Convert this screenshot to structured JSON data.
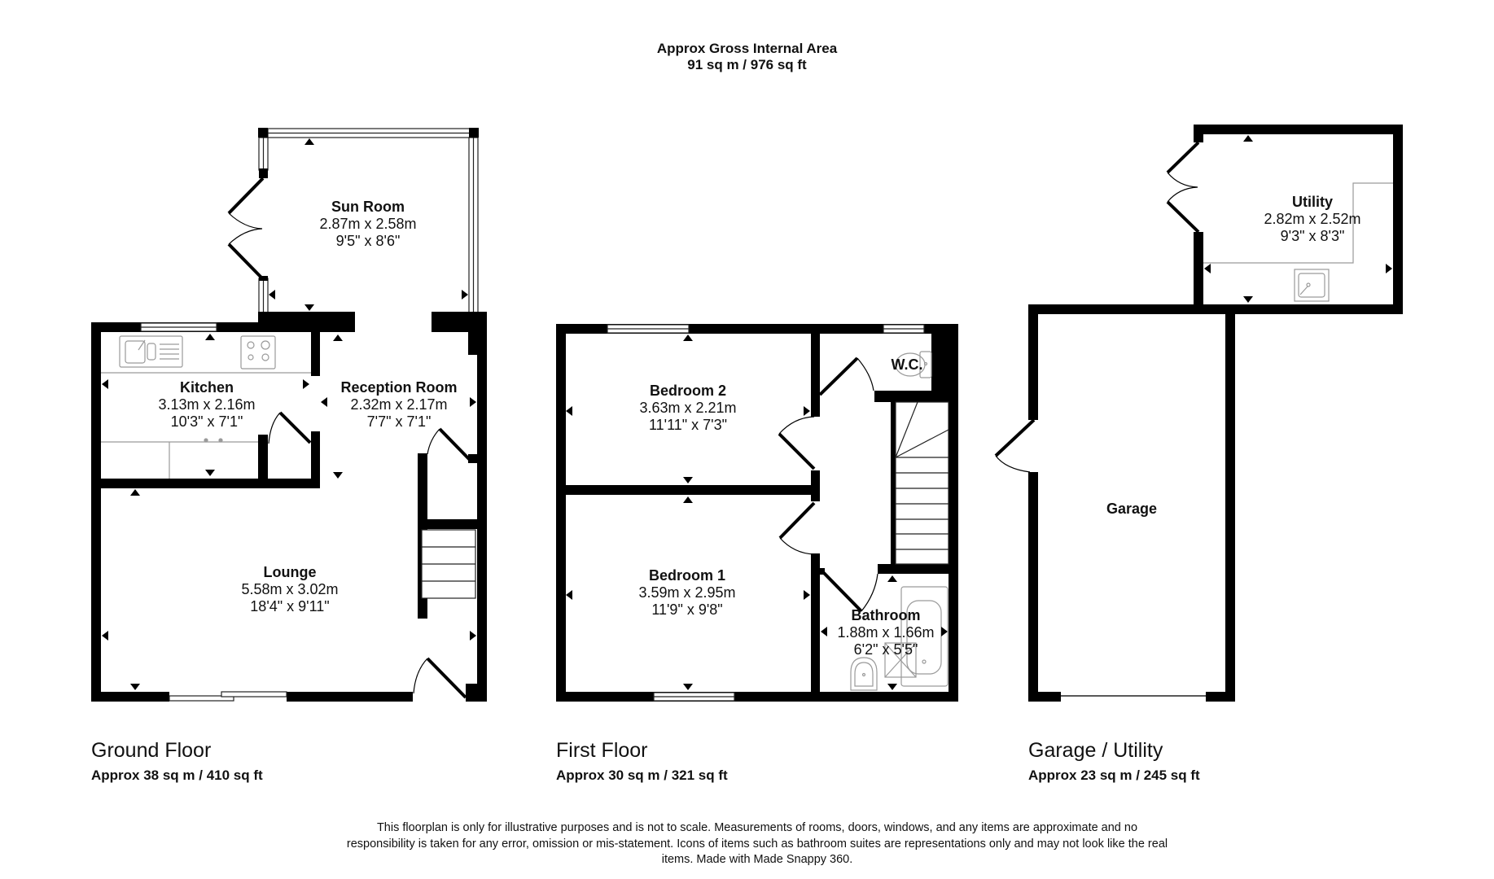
{
  "header": {
    "title": "Approx Gross Internal Area",
    "total_area": "91 sq m / 976 sq ft"
  },
  "floors": [
    {
      "name": "Ground Floor",
      "area": "Approx 38 sq m / 410 sq ft",
      "rooms": [
        {
          "name": "Sun Room",
          "metric": "2.87m x 2.58m",
          "imperial": "9'5\" x 8'6\""
        },
        {
          "name": "Kitchen",
          "metric": "3.13m x 2.16m",
          "imperial": "10'3\" x 7'1\""
        },
        {
          "name": "Reception Room",
          "metric": "2.32m x 2.17m",
          "imperial": "7'7\" x 7'1\""
        },
        {
          "name": "Lounge",
          "metric": "5.58m x 3.02m",
          "imperial": "18'4\" x 9'11\""
        }
      ]
    },
    {
      "name": "First Floor",
      "area": "Approx 30 sq m / 321 sq ft",
      "rooms": [
        {
          "name": "Bedroom 2",
          "metric": "3.63m x 2.21m",
          "imperial": "11'11\" x 7'3\""
        },
        {
          "name": "W.C."
        },
        {
          "name": "Bedroom 1",
          "metric": "3.59m x 2.95m",
          "imperial": "11'9\" x 9'8\""
        },
        {
          "name": "Bathroom",
          "metric": "1.88m x 1.66m",
          "imperial": "6'2\" x 5'5\""
        }
      ]
    },
    {
      "name": "Garage / Utility",
      "area": "Approx 23 sq m / 245 sq ft",
      "rooms": [
        {
          "name": "Utility",
          "metric": "2.82m x 2.52m",
          "imperial": "9'3\" x 8'3\""
        },
        {
          "name": "Garage"
        }
      ]
    }
  ],
  "disclaimer": "This floorplan is only for illustrative purposes and is not to scale. Measurements of rooms, doors, windows, and any items are approximate and no responsibility is taken for any error, omission or mis-statement. Icons of items such as bathroom suites are representations only and may not look like the real items. Made with Made Snappy 360.",
  "colors": {
    "wall": "#000000",
    "fixture": "#9a9a9a",
    "background": "#ffffff"
  }
}
